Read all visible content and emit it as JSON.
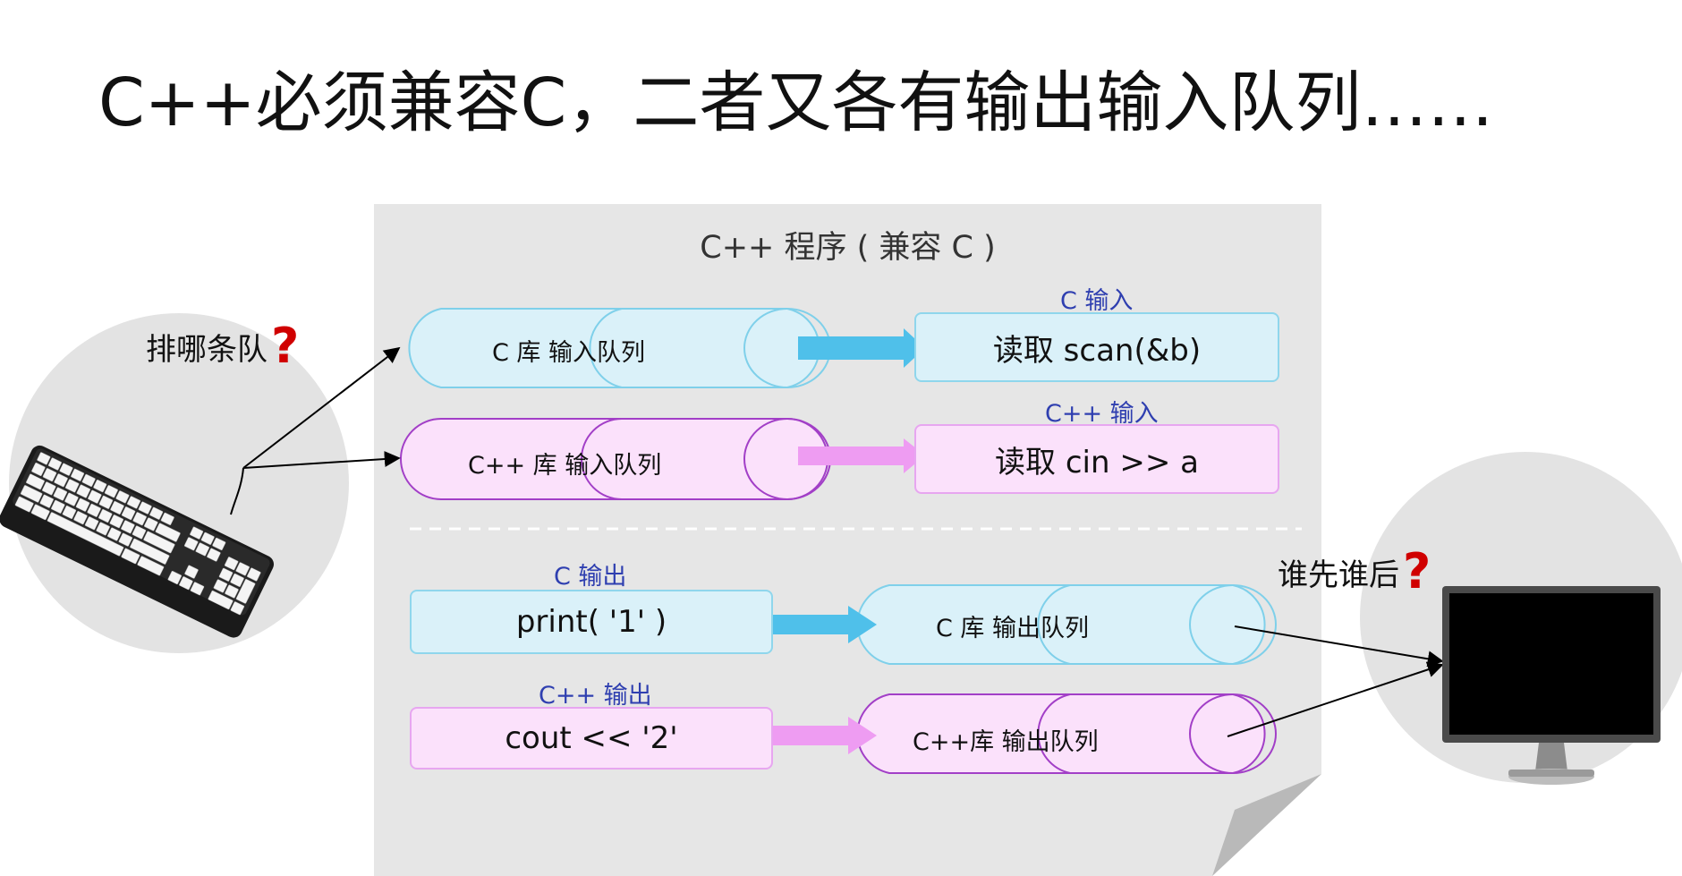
{
  "slide": {
    "title": "C++必须兼容C，二者又各有输出输入队列……",
    "panel_title": "C++ 程序 ( 兼容 C )"
  },
  "input": {
    "keyboard_label": "排哪条队",
    "question_mark": "?",
    "c_label": "C 输入",
    "cpp_label": "C++ 输入",
    "c_queue": "C 库   输入队列",
    "cpp_queue": "C++ 库  输入队列",
    "c_read": "读取 scan(&b)",
    "cpp_read": "读取 cin >> a"
  },
  "output": {
    "monitor_label": "谁先谁后",
    "question_mark": "?",
    "c_label": "C 输出",
    "cpp_label": "C++ 输出",
    "c_write": "print( '1' )",
    "cpp_write": "cout <<  '2'",
    "c_queue": "C 库   输出队列",
    "cpp_queue": "C++库    输出队列"
  },
  "colors": {
    "blue_fill": "#daf1f9",
    "blue_stroke": "#7fd0ea",
    "blue_arrow": "#4fc0ea",
    "pink_fill": "#fbe1fb",
    "pink_stroke": "#a23fc7",
    "pink_arrow": "#ee9cf2",
    "label_blue": "#2f3fb0",
    "question_red": "#d00000",
    "panel_gray": "#e6e6e6"
  }
}
